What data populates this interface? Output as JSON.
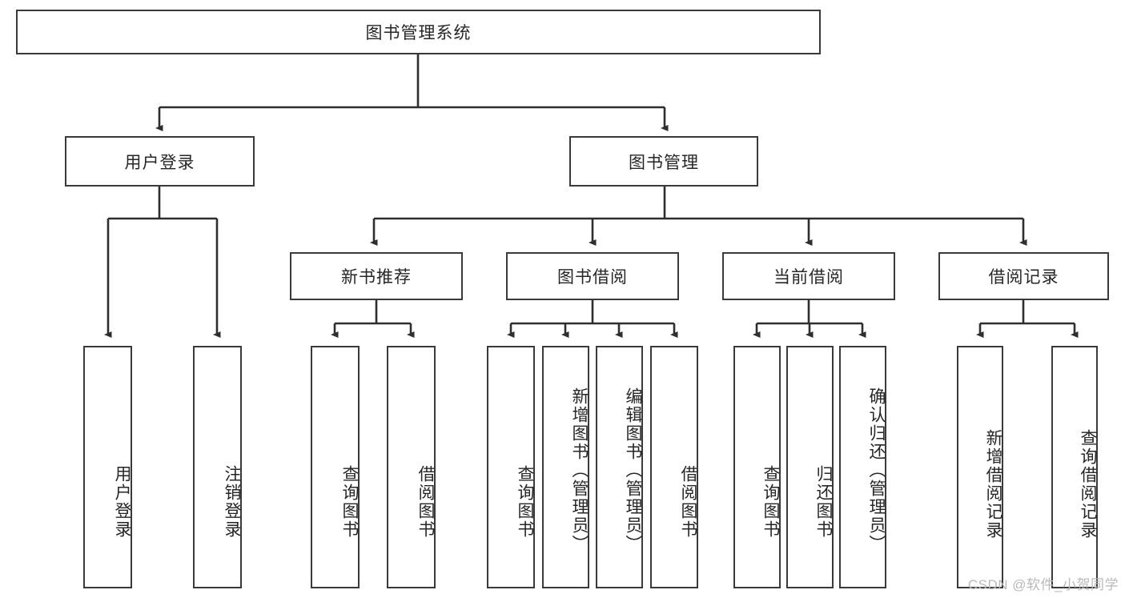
{
  "diagram": {
    "title_node": {
      "label": "图书管理系统"
    },
    "level2": [
      {
        "id": "user-login",
        "label": "用户登录"
      },
      {
        "id": "book-manage",
        "label": "图书管理"
      }
    ],
    "level3": [
      {
        "id": "new-book-recommend",
        "label": "新书推荐"
      },
      {
        "id": "book-borrow",
        "label": "图书借阅"
      },
      {
        "id": "current-borrow",
        "label": "当前借阅"
      },
      {
        "id": "borrow-record",
        "label": "借阅记录"
      }
    ],
    "leaves": [
      {
        "id": "leaf-user-login",
        "label": "用户登录"
      },
      {
        "id": "leaf-logout-login",
        "label": "注销登录"
      },
      {
        "id": "leaf-query-book-1",
        "label": "查询图书"
      },
      {
        "id": "leaf-borrow-book-1",
        "label": "借阅图书"
      },
      {
        "id": "leaf-query-book-2",
        "label": "查询图书"
      },
      {
        "id": "leaf-add-book",
        "label": "新增图书（管理员）"
      },
      {
        "id": "leaf-edit-book",
        "label": "编辑图书（管理员）"
      },
      {
        "id": "leaf-borrow-book-2",
        "label": "借阅图书"
      },
      {
        "id": "leaf-query-book-3",
        "label": "查询图书"
      },
      {
        "id": "leaf-return-book",
        "label": "归还图书"
      },
      {
        "id": "leaf-confirm-return",
        "label": "确认归还（管理员）"
      },
      {
        "id": "leaf-add-record",
        "label": "新增借阅记录"
      },
      {
        "id": "leaf-query-record",
        "label": "查询借阅记录"
      }
    ],
    "watermark": "CSDN @软件_小贺同学",
    "colors": {
      "stroke": "#3a3a3a",
      "background": "#ffffff",
      "text": "#262626",
      "watermark": "#b9b9b9"
    }
  }
}
